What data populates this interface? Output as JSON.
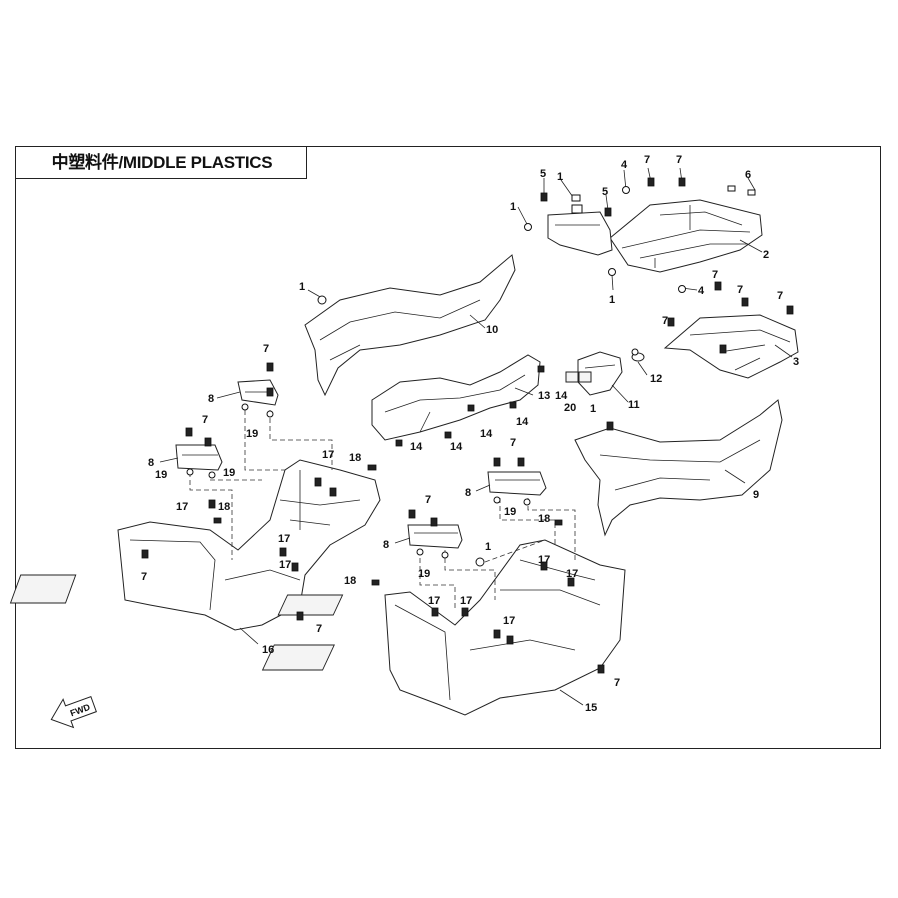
{
  "title": "中塑料件/MIDDLE PLASTICS",
  "fwd_label": "FWD",
  "callouts": [
    {
      "id": "c1",
      "label": "1"
    },
    {
      "id": "c2",
      "label": "5"
    },
    {
      "id": "c3",
      "label": "1"
    },
    {
      "id": "c4",
      "label": "5"
    },
    {
      "id": "c5",
      "label": "4"
    },
    {
      "id": "c6",
      "label": "7"
    },
    {
      "id": "c7",
      "label": "7"
    },
    {
      "id": "c8",
      "label": "6"
    },
    {
      "id": "c9",
      "label": "2"
    },
    {
      "id": "c10",
      "label": "1"
    },
    {
      "id": "c11",
      "label": "4"
    },
    {
      "id": "c12",
      "label": "7"
    },
    {
      "id": "c13",
      "label": "7"
    },
    {
      "id": "c14",
      "label": "7"
    },
    {
      "id": "c15",
      "label": "7"
    },
    {
      "id": "c16",
      "label": "3"
    },
    {
      "id": "c17",
      "label": "1"
    },
    {
      "id": "c18",
      "label": "10"
    },
    {
      "id": "c19",
      "label": "7"
    },
    {
      "id": "c20",
      "label": "8"
    },
    {
      "id": "c21",
      "label": "19"
    },
    {
      "id": "c22",
      "label": "13"
    },
    {
      "id": "c23",
      "label": "12"
    },
    {
      "id": "c24",
      "label": "14"
    },
    {
      "id": "c25",
      "label": "20"
    },
    {
      "id": "c26",
      "label": "11"
    },
    {
      "id": "c27",
      "label": "1"
    },
    {
      "id": "c28",
      "label": "14"
    },
    {
      "id": "c29",
      "label": "14"
    },
    {
      "id": "c30",
      "label": "14"
    },
    {
      "id": "c31",
      "label": "14"
    },
    {
      "id": "c32",
      "label": "7"
    },
    {
      "id": "c33",
      "label": "8"
    },
    {
      "id": "c34",
      "label": "19"
    },
    {
      "id": "c35",
      "label": "19"
    },
    {
      "id": "c36",
      "label": "17"
    },
    {
      "id": "c37",
      "label": "18"
    },
    {
      "id": "c38",
      "label": "17"
    },
    {
      "id": "c39",
      "label": "18"
    },
    {
      "id": "c40",
      "label": "9"
    },
    {
      "id": "c41",
      "label": "7"
    },
    {
      "id": "c42",
      "label": "8"
    },
    {
      "id": "c43",
      "label": "19"
    },
    {
      "id": "c44",
      "label": "18"
    },
    {
      "id": "c45",
      "label": "7"
    },
    {
      "id": "c46",
      "label": "8"
    },
    {
      "id": "c47",
      "label": "19"
    },
    {
      "id": "c48",
      "label": "1"
    },
    {
      "id": "c49",
      "label": "17"
    },
    {
      "id": "c50",
      "label": "17"
    },
    {
      "id": "c51",
      "label": "17"
    },
    {
      "id": "c52",
      "label": "18"
    },
    {
      "id": "c53",
      "label": "7"
    },
    {
      "id": "c54",
      "label": "7"
    },
    {
      "id": "c55",
      "label": "16"
    },
    {
      "id": "c56",
      "label": "17"
    },
    {
      "id": "c57",
      "label": "17"
    },
    {
      "id": "c58",
      "label": "17"
    },
    {
      "id": "c59",
      "label": "7"
    },
    {
      "id": "c60",
      "label": "15"
    },
    {
      "id": "c61",
      "label": "17"
    }
  ]
}
